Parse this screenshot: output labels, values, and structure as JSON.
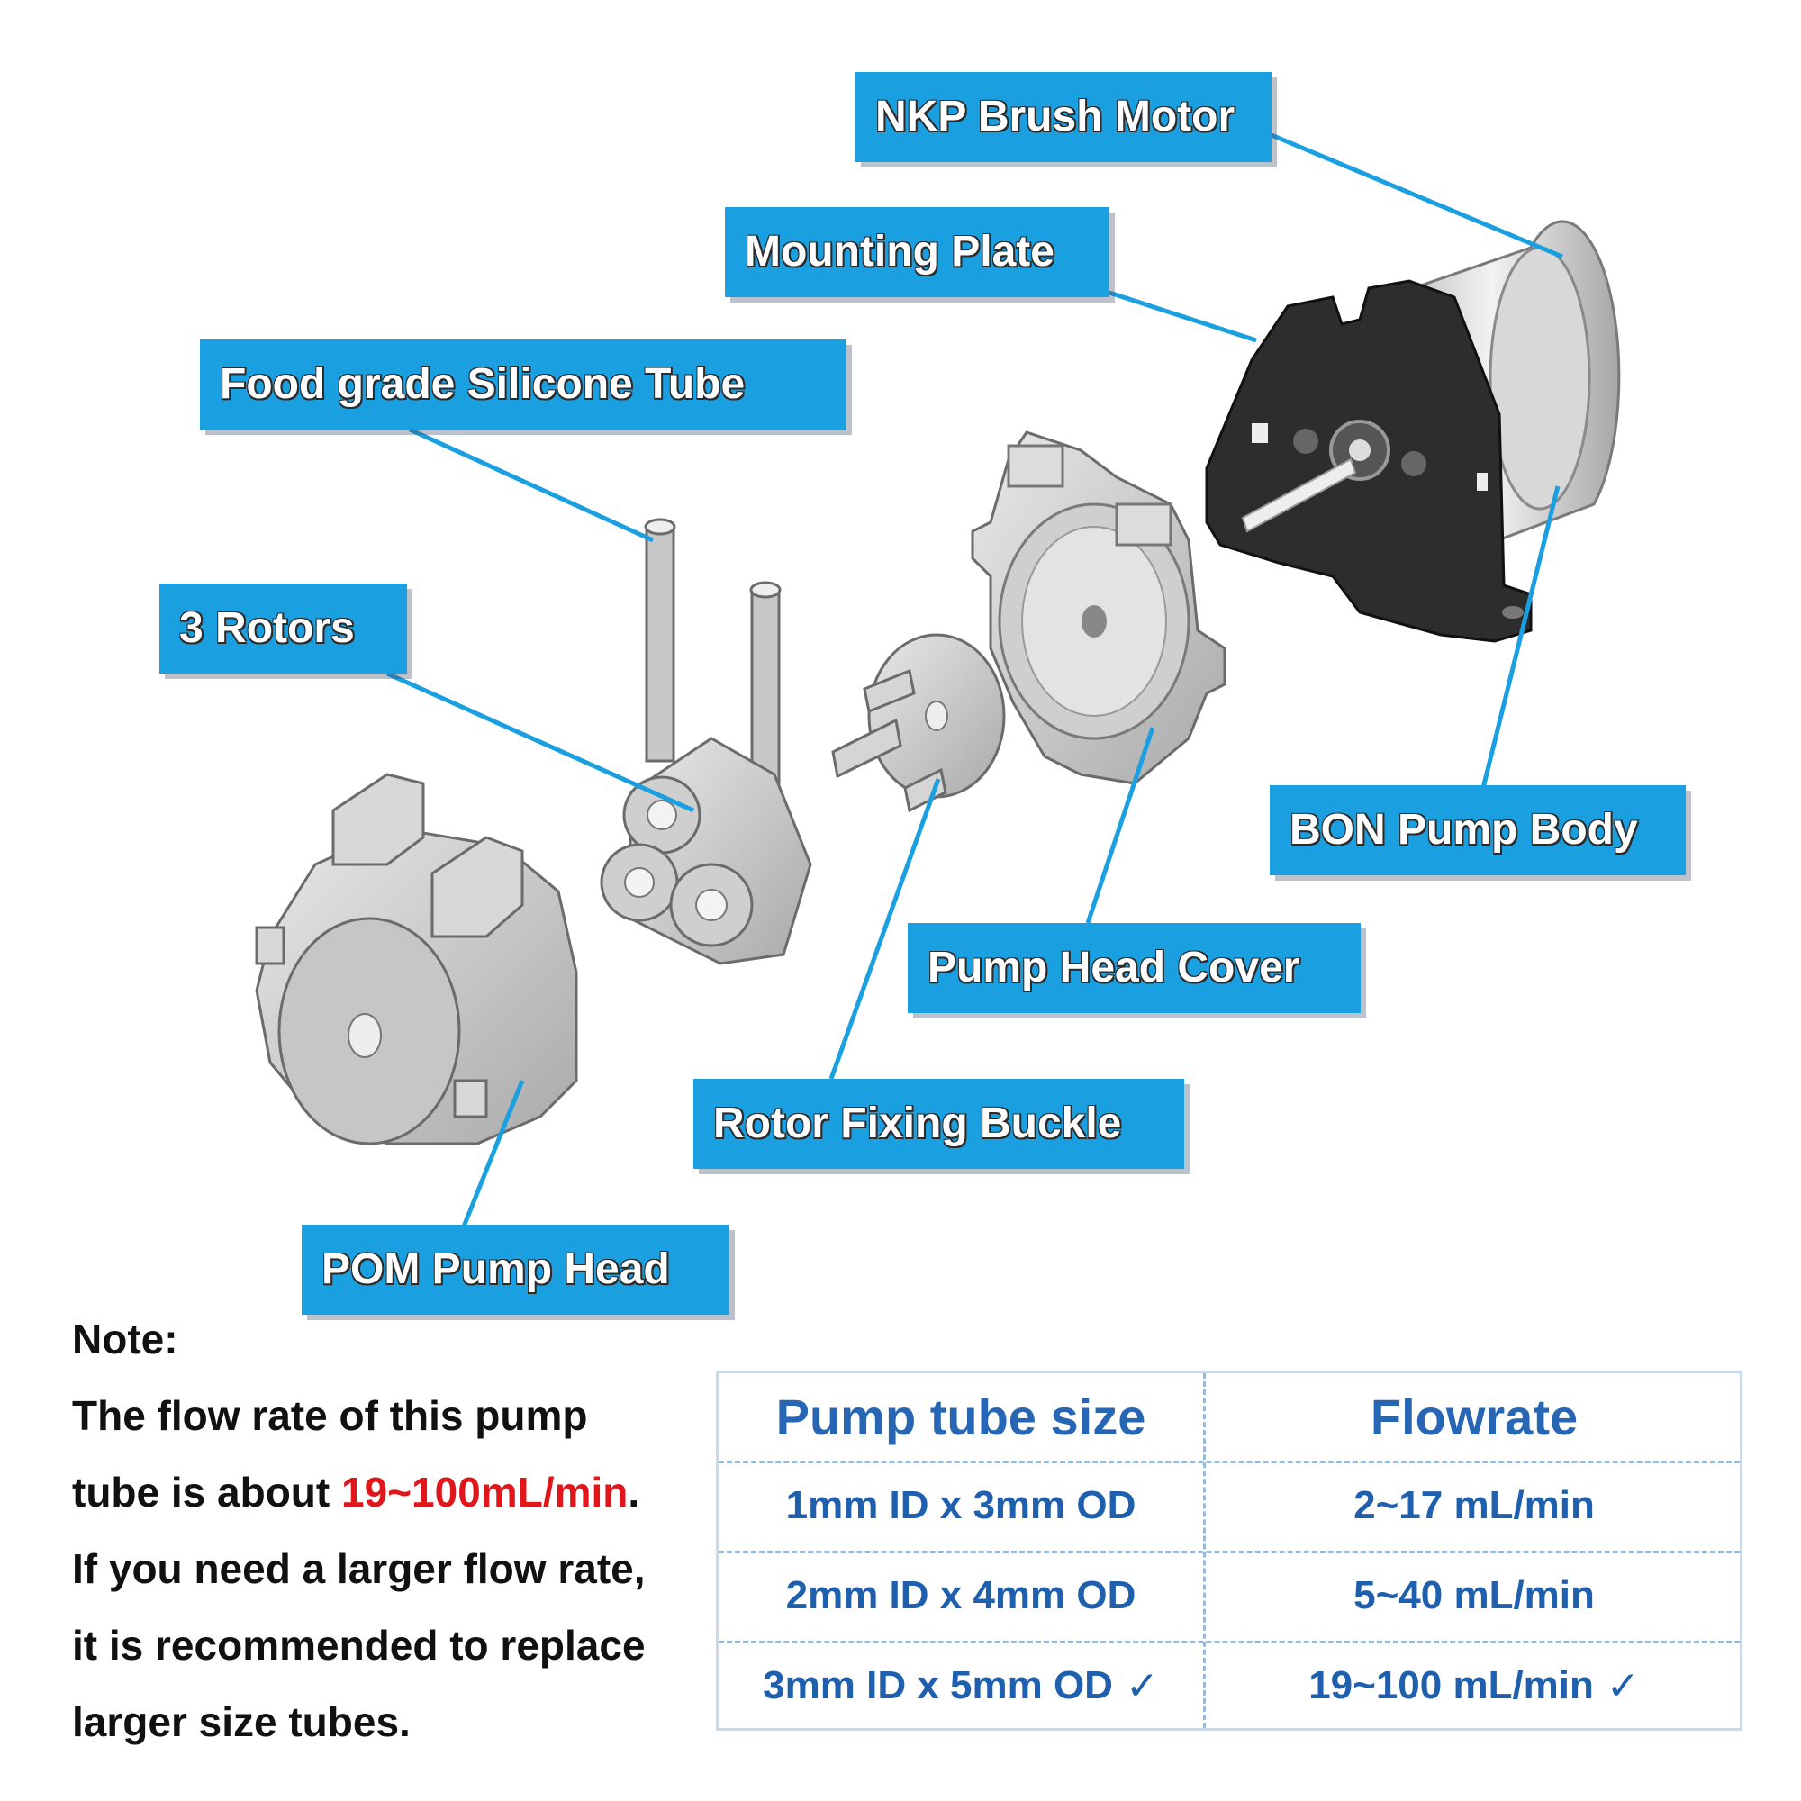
{
  "labels": {
    "motor": "NKP Brush Motor",
    "plate": "Mounting Plate",
    "tube": "Food grade Silicone Tube",
    "rotors": "3 Rotors",
    "pump_body": "BON Pump Body",
    "head_cover": "Pump Head Cover",
    "buckle": "Rotor Fixing Buckle",
    "pump_head": "POM Pump Head"
  },
  "note": {
    "title": "Note:",
    "line1": "The flow rate of this pump",
    "line2_prefix": "tube is about",
    "line2_highlight": "19~100mL/min",
    "line2_suffix": ".",
    "line3": "If you need a larger flow rate,",
    "line4": "it is recommended to replace",
    "line5": "larger size tubes.",
    "highlight_color": "#e0161b"
  },
  "table": {
    "headers": [
      "Pump tube size",
      "Flowrate"
    ],
    "rows": [
      {
        "size": "1mm ID x 3mm OD",
        "flow": "2~17 mL/min",
        "selected": false
      },
      {
        "size": "2mm ID x 4mm OD",
        "flow": "5~40 mL/min",
        "selected": false
      },
      {
        "size": "3mm ID x 5mm OD",
        "flow": "19~100 mL/min",
        "selected": true
      }
    ],
    "check_mark": "✓"
  },
  "colors": {
    "callout_bg": "#1a9fe0",
    "leader_line": "#1a9fe0",
    "table_text": "#1e5fae"
  }
}
